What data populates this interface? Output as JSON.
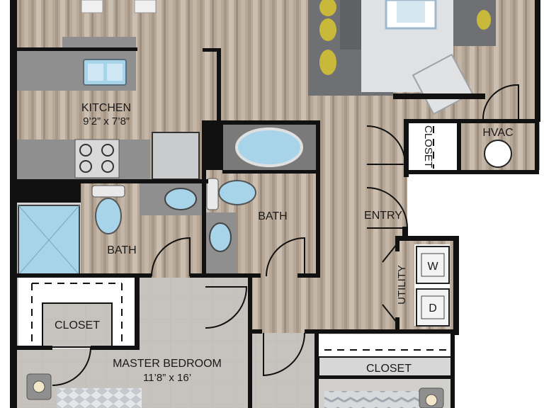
{
  "rooms": {
    "kitchen": {
      "name": "KITCHEN",
      "size": "9’2” x 7’8”"
    },
    "hvac": {
      "name": "HVAC"
    },
    "closet_hall": {
      "name": "CLOSET"
    },
    "entry": {
      "name": "ENTRY"
    },
    "bath_left": {
      "name": "BATH"
    },
    "bath_center": {
      "name": "BATH"
    },
    "utility": {
      "name": "UTILITY",
      "washer": "W",
      "dryer": "D"
    },
    "closet_master": {
      "name": "CLOSET"
    },
    "master_bedroom": {
      "name": "MASTER BEDROOM",
      "size": "11’8” x 16’"
    },
    "closet_right": {
      "name": "CLOSET"
    }
  },
  "colors": {
    "wood": "#b8a898",
    "tile": "#c9c6c1",
    "carpet": "#b0ada8",
    "counter": "#8f8f8f",
    "fixture": "#a8d4ea",
    "sofa": "#6e7073",
    "pillow": "#c9b93a",
    "wall": "#111111"
  }
}
